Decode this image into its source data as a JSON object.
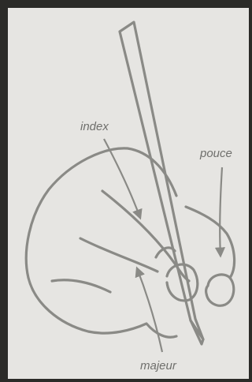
{
  "labels": {
    "index": "index",
    "pouce": "pouce",
    "majeur": "majeur"
  },
  "colors": {
    "paper": "#e6e5e2",
    "ink": "#8a8a86",
    "frame": "#2b2b28"
  }
}
